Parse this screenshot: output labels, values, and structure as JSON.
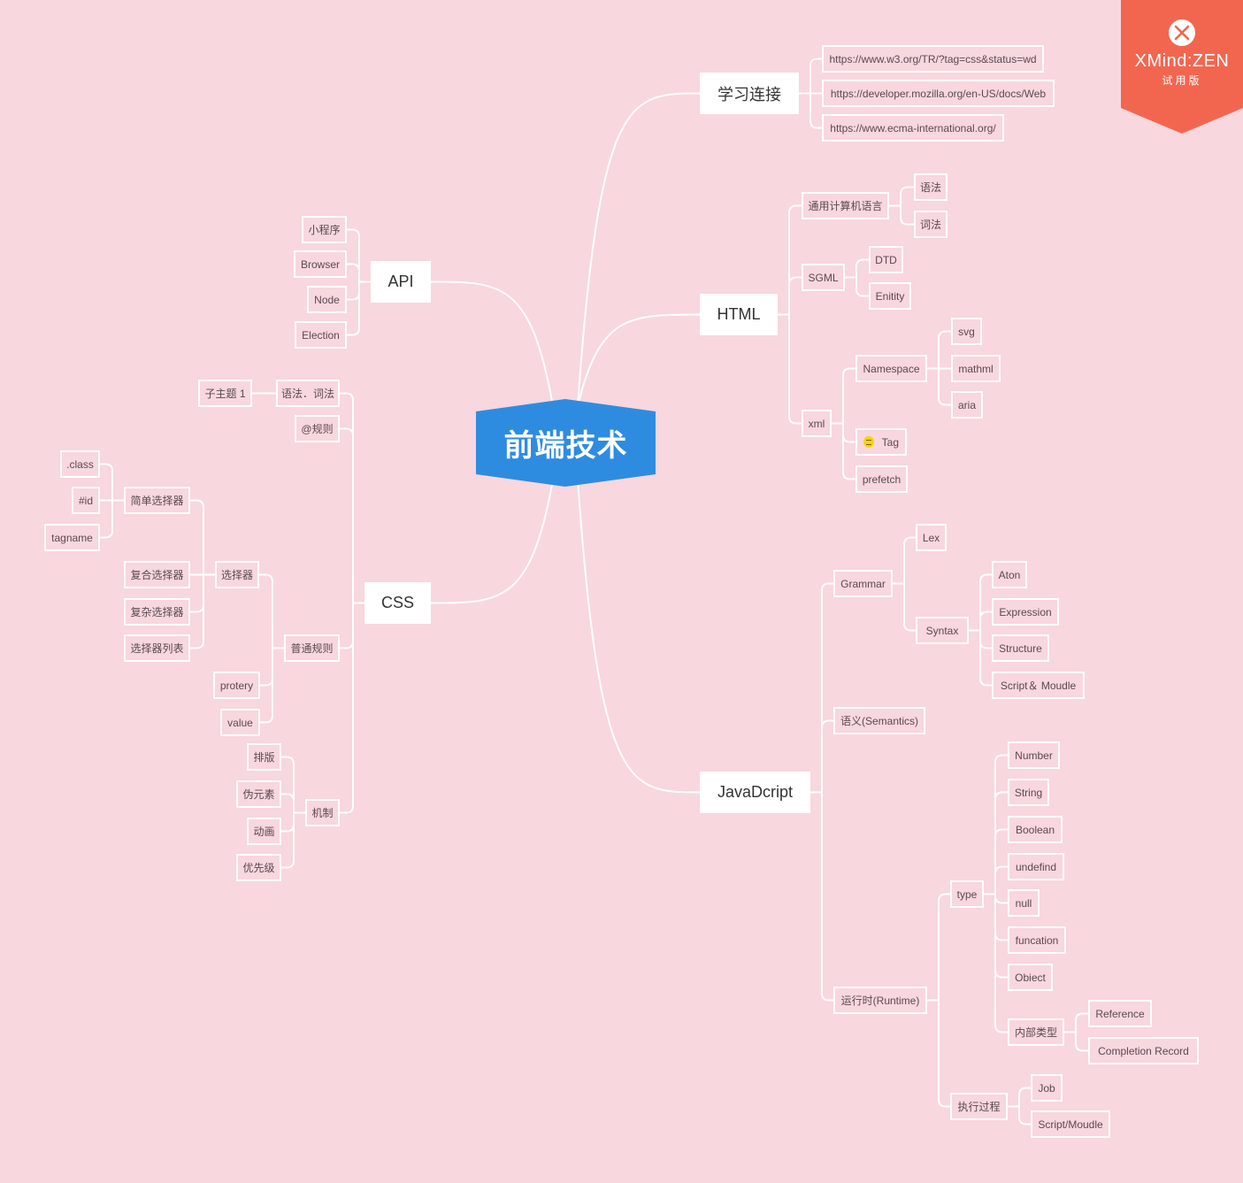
{
  "root": {
    "label": "前端技术",
    "color": "#2e8ce0"
  },
  "branches": [
    {
      "label": "学习连接",
      "children": [
        {
          "label": "https://www.w3.org/TR/?tag=css&status=wd"
        },
        {
          "label": "https://developer.mozilla.org/en-US/docs/Web"
        },
        {
          "label": "https://www.ecma-international.org/"
        }
      ]
    },
    {
      "label": "HTML",
      "children": [
        {
          "label": "通用计算机语言",
          "children": [
            {
              "label": "语法"
            },
            {
              "label": "词法"
            }
          ]
        },
        {
          "label": "SGML",
          "children": [
            {
              "label": "DTD"
            },
            {
              "label": "Enitity"
            }
          ]
        },
        {
          "label": "xml",
          "children": [
            {
              "label": "Namespace",
              "children": [
                {
                  "label": "svg"
                },
                {
                  "label": "mathml"
                },
                {
                  "label": "aria"
                }
              ]
            },
            {
              "label": "Tag"
            },
            {
              "label": "prefetch"
            }
          ]
        }
      ]
    },
    {
      "label": "JavaDcript",
      "children": [
        {
          "label": "Grammar",
          "children": [
            {
              "label": "Lex"
            },
            {
              "label": "Syntax",
              "children": [
                {
                  "label": "Aton"
                },
                {
                  "label": "Expression"
                },
                {
                  "label": "Structure"
                },
                {
                  "label": "Script＆ Moudle"
                }
              ]
            }
          ]
        },
        {
          "label": "语义(Semantics)"
        },
        {
          "label": "运行时(Runtime)",
          "children": [
            {
              "label": "type",
              "children": [
                {
                  "label": "Number"
                },
                {
                  "label": "String"
                },
                {
                  "label": "Boolean"
                },
                {
                  "label": "undefind"
                },
                {
                  "label": "null"
                },
                {
                  "label": "funcation"
                },
                {
                  "label": "Obiect"
                },
                {
                  "label": "内部类型",
                  "children": [
                    {
                      "label": "Reference"
                    },
                    {
                      "label": "Completion Record"
                    }
                  ]
                }
              ]
            },
            {
              "label": "执行过程",
              "children": [
                {
                  "label": "Job"
                },
                {
                  "label": "Script/Moudle"
                }
              ]
            }
          ]
        }
      ]
    },
    {
      "label": "API",
      "children": [
        {
          "label": "小程序"
        },
        {
          "label": "Browser"
        },
        {
          "label": "Node"
        },
        {
          "label": "Election"
        }
      ]
    },
    {
      "label": "CSS",
      "children": [
        {
          "label": "语法．词法",
          "children": [
            {
              "label": "子主题 1"
            }
          ]
        },
        {
          "label": "@规则"
        },
        {
          "label": "普通规则",
          "children": [
            {
              "label": "选择器",
              "children": [
                {
                  "label": "简单选择器",
                  "children": [
                    {
                      "label": ".class"
                    },
                    {
                      "label": "#id"
                    },
                    {
                      "label": "tagname"
                    }
                  ]
                },
                {
                  "label": "复合选择器"
                },
                {
                  "label": "复杂选择器"
                },
                {
                  "label": "选择器列表"
                }
              ]
            },
            {
              "label": "protery"
            },
            {
              "label": "value"
            }
          ]
        },
        {
          "label": "机制",
          "children": [
            {
              "label": "排版"
            },
            {
              "label": "伪元素"
            },
            {
              "label": "动画"
            },
            {
              "label": "优先级"
            }
          ]
        }
      ]
    }
  ],
  "badge": {
    "title": "XMind:ZEN",
    "subtitle": "试用版",
    "color": "#f26650"
  }
}
